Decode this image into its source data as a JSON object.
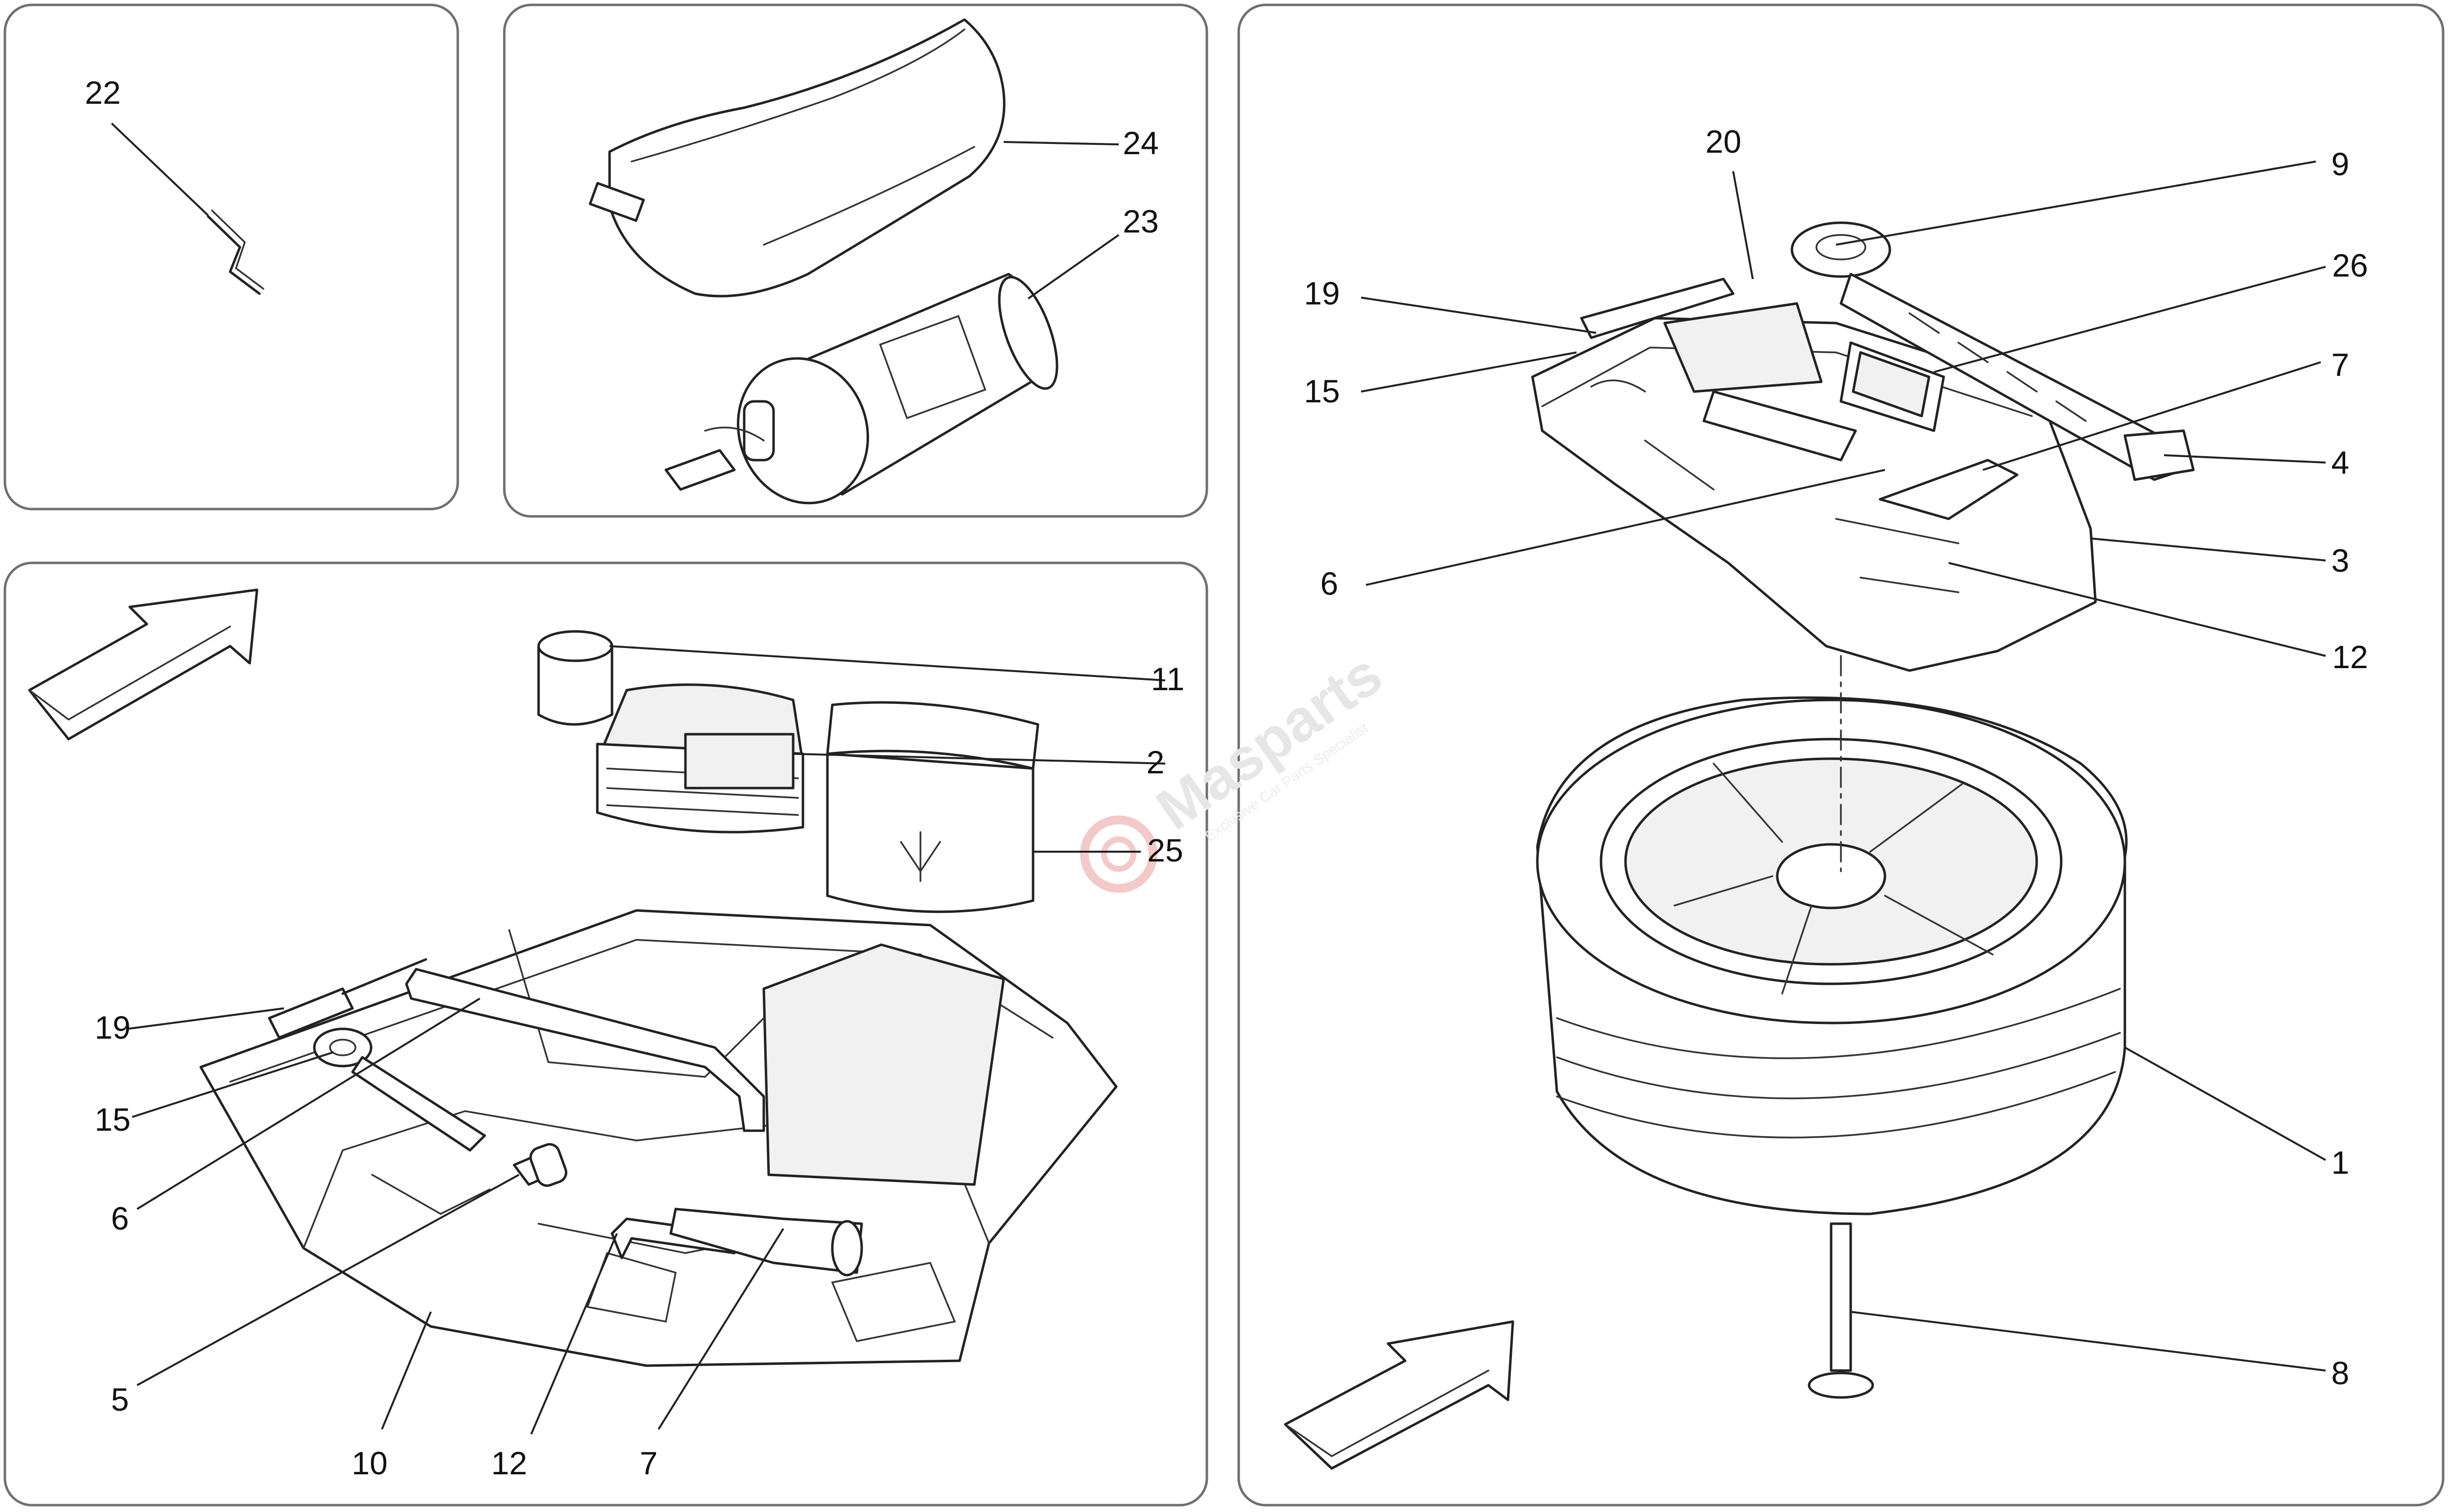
{
  "callouts": {
    "p22": "22",
    "p24": "24",
    "p23": "23",
    "p11": "11",
    "p2": "2",
    "p25": "25",
    "p19a": "19",
    "p15a": "15",
    "p6a": "6",
    "p5": "5",
    "p10": "10",
    "p12a": "12",
    "p7a": "7",
    "p20": "20",
    "p9": "9",
    "p26": "26",
    "p19b": "19",
    "p15b": "15",
    "p7b": "7",
    "p4": "4",
    "p6b": "6",
    "p3": "3",
    "p12b": "12",
    "p1": "1",
    "p8": "8"
  },
  "watermark": {
    "brand": "Masparts",
    "tagline": "Exclusive Car Parts Specialist"
  },
  "colors": {
    "panel_border": "#6f6f6f",
    "line": "#222222",
    "watermark": "#e6e6e6",
    "watermark_logo": "#f3c9c9"
  }
}
